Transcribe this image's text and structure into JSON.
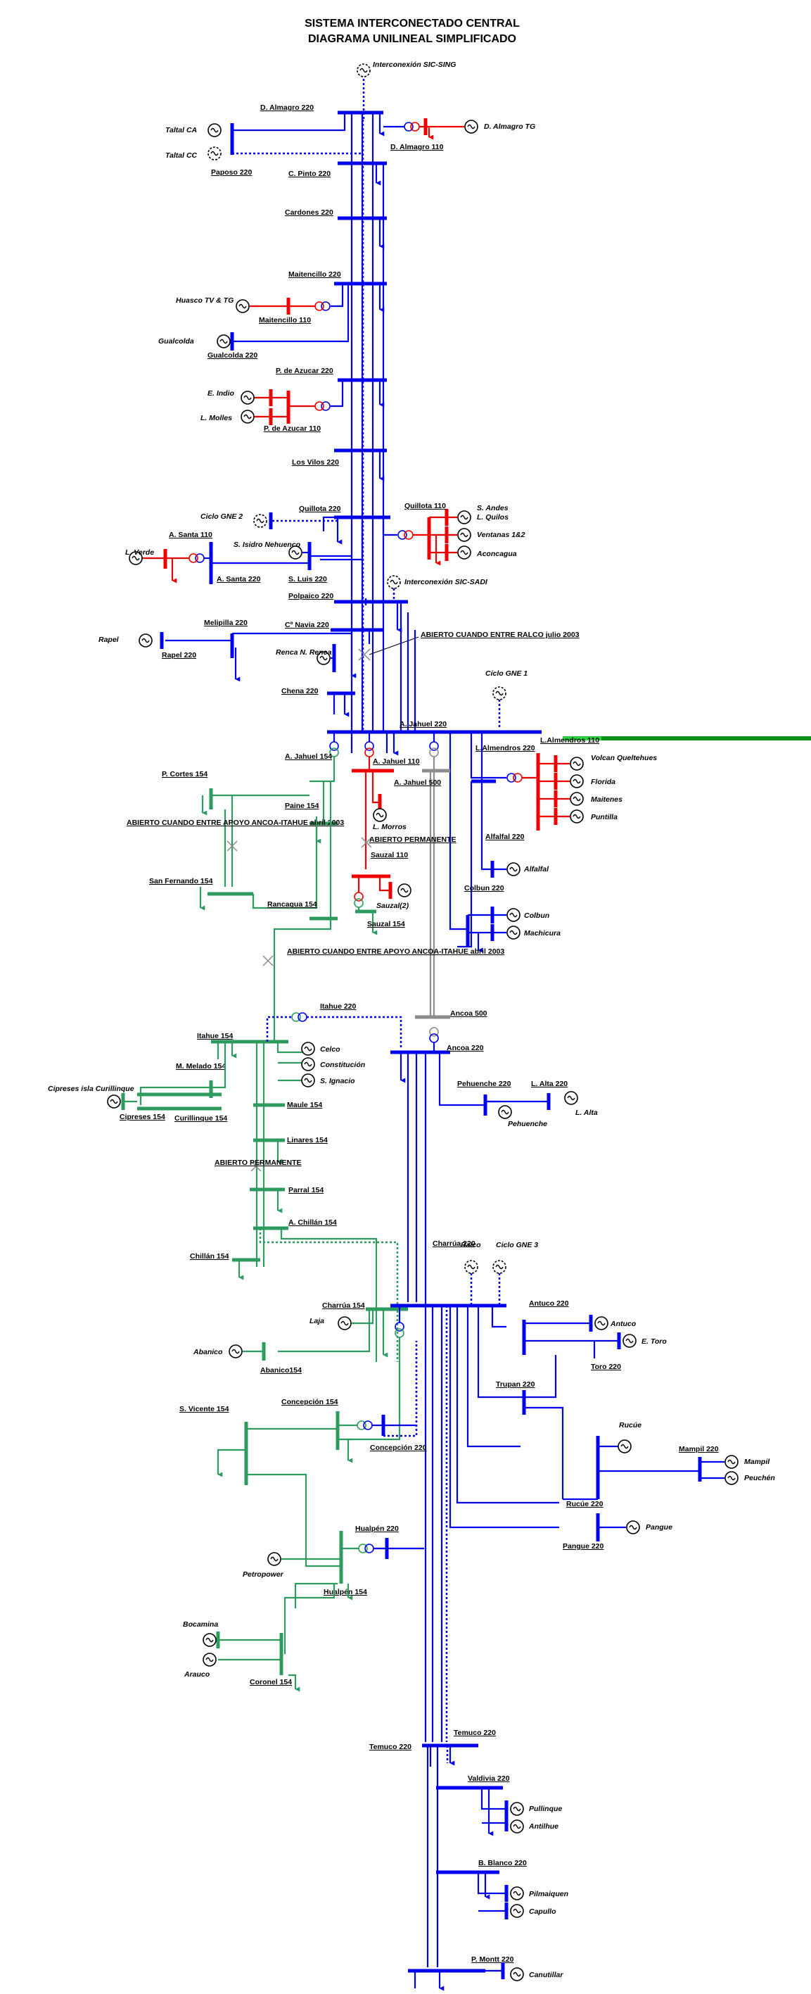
{
  "title": {
    "line1": "SISTEMA INTERCONECTADO CENTRAL",
    "line2": "DIAGRAMA UNILINEAL SIMPLIFICADO"
  },
  "buses": {
    "d_almagro_220": "D. Almagro 220",
    "d_almagro_110": "D. Almagro 110",
    "paposo_220": "Paposo 220",
    "c_pinto_220": "C. Pinto 220",
    "cardones_220": "Cardones 220",
    "maitencillo_220": "Maitencillo 220",
    "maitencillo_110": "Maitencillo 110",
    "gualcolda_220": "Gualcolda 220",
    "p_azucar_220": "P. de Azucar 220",
    "p_azucar_110": "P. de Azucar 110",
    "los_vilos_220": "Los Vilos 220",
    "quillota_220": "Quillota 220",
    "quillota_110": "Quillota 110",
    "a_santa_110": "A. Santa 110",
    "a_santa_220": "A. Santa 220",
    "s_luis_220": "S. Luis 220",
    "polpaico_220": "Polpaico 220",
    "melipilla_220": "Melipilla 220",
    "c_nav_220": "Cº Navia 220",
    "rapel_220": "Rapel 220",
    "chena_220": "Chena 220",
    "a_jahuel_220": "A. Jahuel 220",
    "a_jahuel_154": "A. Jahuel 154",
    "a_jahuel_110": "A. Jahuel 110",
    "a_jahuel_500": "A. Jahuel 500",
    "l_almendros_220": "L.Almendros 220",
    "l_almendros_110": "L.Almendros 110",
    "p_cortes_154": "P. Cortes 154",
    "paine_154": "Paine 154",
    "sauzal_110": "Sauzal 110",
    "alfalfal_220": "Alfalfal 220",
    "san_fernando_154": "San Fernando 154",
    "rancagua_154": "Rancagua 154",
    "sauzal_154": "Sauzal 154",
    "colbun_220": "Colbun 220",
    "itahue_220": "Itahue 220",
    "itahue_154": "Itahue 154",
    "ancoa_500": "Ancoa 500",
    "ancoa_220": "Ancoa 220",
    "m_melado_154": "M. Melado 154",
    "pehuenche_220": "Pehuenche 220",
    "l_alta_220": "L. Alta 220",
    "cipreses_154": "Cipreses 154",
    "curillinque_154": "Curillinque 154",
    "maule_154": "Maule 154",
    "linares_154": "Linares 154",
    "parral_154": "Parral 154",
    "a_chillan_154": "A. Chillán 154",
    "chillan_154": "Chillán 154",
    "charrua_220": "Charrúa 220",
    "charrua_154": "Charrúa 154",
    "antuco_220": "Antuco 220",
    "abanico_154": "Abanico154",
    "toro_220": "Toro 220",
    "s_vicente_154": "S. Vicente 154",
    "concepcion_154": "Concepción 154",
    "trupan_220": "Trupan 220",
    "mampil_220": "Mampil 220",
    "concepcion_220": "Concepción 220",
    "rucue_220": "Rucúe 220",
    "pangue_220": "Pangue 220",
    "hualpen_220": "Hualpén 220",
    "hualpen_154": "Hualpén 154",
    "coronel_154": "Coronel 154",
    "temuco_220": "Temuco 220",
    "valdivia_220": "Valdivia 220",
    "b_blanco_220": "B. Blanco 220",
    "p_montt_220": "P. Montt 220"
  },
  "generators": {
    "taltal_ca": "Taltal CA",
    "taltal_cc": "Taltal  CC",
    "d_almagro_tg": "D. Almagro TG",
    "huasco": "Huasco TV & TG",
    "gualcolda": "Gualcolda",
    "e_indio": "E. Indio",
    "l_molles": "L. Molles",
    "s_andes": "S. Andes",
    "l_quilos": "L. Quilos",
    "ventanas": "Ventanas 1&2",
    "aconcagua": "Aconcagua",
    "ciclo_gne2": "Ciclo GNE 2",
    "s_isidro": "S. Isidro Nehuenco",
    "l_verde": "L. Verde",
    "rapel": "Rapel",
    "renca": "Renca N. Renca",
    "ciclo_gne1": "Ciclo GNE 1",
    "volcan": "Volcan Queltehues",
    "florida": "Florida",
    "maitenes": "Maitenes",
    "puntilla": "Puntilla",
    "l_morros": "L. Morros",
    "sauzal2": "Sauzal(2)",
    "alfalfal": "Alfalfal",
    "colbun": "Colbun",
    "machicura": "Machicura",
    "pehuenche": "Pehuenche",
    "l_alta": "L. Alta",
    "cipreses": "Cipreses isla Curillinque",
    "celco": "Celco",
    "constitucion": "Constitución",
    "s_ignacio": "S. Ignacio",
    "ralco": "Ralco",
    "ciclo_gne3": "Ciclo GNE 3",
    "antuco": "Antuco",
    "e_toro": "E. Toro",
    "laja": "Laja",
    "abanico": "Abanico",
    "rucue": "Rucúe",
    "mampil": "Mampil",
    "peuchen": "Peuchén",
    "pangue": "Pangue",
    "petropower": "Petropower",
    "bocamina": "Bocamina",
    "arauco": "Arauco",
    "pullinque": "Pullinque",
    "antilhue": "Antilhue",
    "pilmaiquen": "Pilmaiquen",
    "capullo": "Capullo",
    "canutillar": "Canutillar"
  },
  "notes": {
    "sic_sing": "Interconexión SIC-SING",
    "sic_sadi": "Interconexión SIC-SADI",
    "ralco_open": "ABIERTO CUANDO ENTRE RALCO julio 2003",
    "ancoa_itahue_1": "ABIERTO CUANDO ENTRE APOYO ANCOA-ITAHUE abril 2003",
    "ancoa_itahue_2": "ABIERTO CUANDO ENTRE APOYO ANCOA-ITAHUE abril 2003",
    "abierto_perm_1": "ABIERTO PERMANENTE",
    "abierto_perm_2": "ABIERTO PERMANENTE"
  },
  "colors": {
    "kv220": "#0000ee",
    "kv110": "#ee0000",
    "kv154": "#2e9b5e",
    "kv500": "#8c8c8c",
    "highlight": "#0a8f1a"
  }
}
